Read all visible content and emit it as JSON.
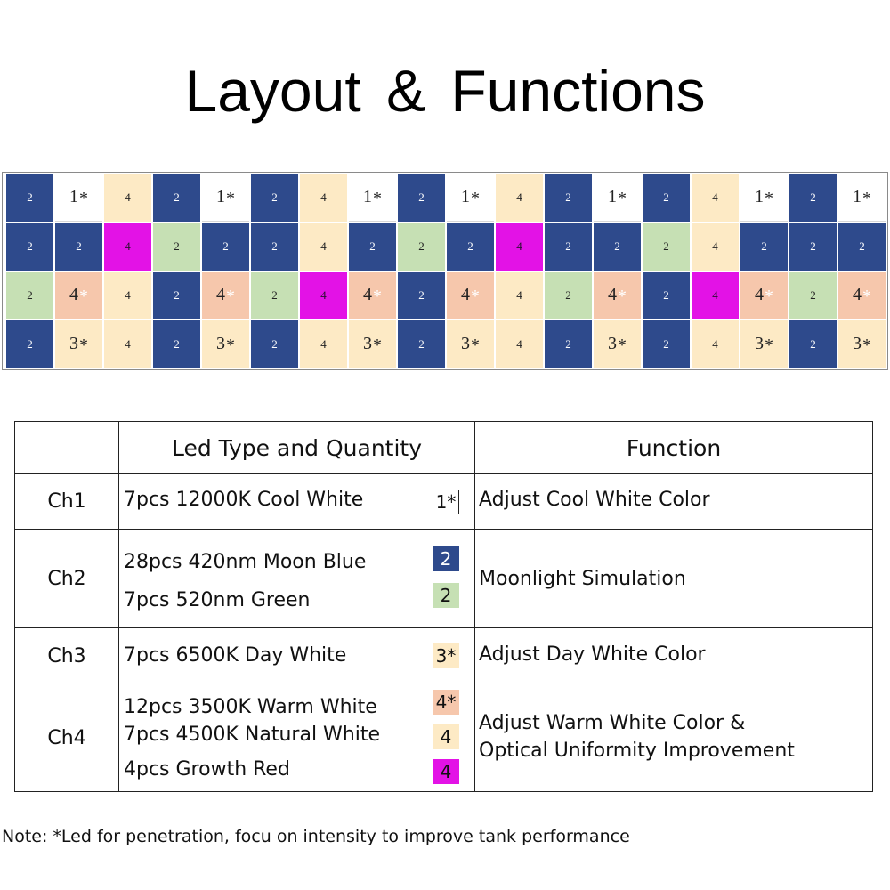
{
  "title": "Layout  &  Functions",
  "colors": {
    "blue": "#2e4a8c",
    "light_green": "#c6e0b4",
    "cream": "#fdeac5",
    "peach": "#f6c7ac",
    "magenta": "#e312e6",
    "white": "#ffffff"
  },
  "grid": {
    "rows": [
      [
        {
          "t": "2",
          "c": "blue"
        },
        {
          "t": "1",
          "s": "*",
          "c": "white"
        },
        {
          "t": "4",
          "c": "cream"
        },
        {
          "t": "2",
          "c": "blue"
        },
        {
          "t": "1",
          "s": "*",
          "c": "white"
        },
        {
          "t": "2",
          "c": "blue"
        },
        {
          "t": "4",
          "c": "cream"
        },
        {
          "t": "1",
          "s": "*",
          "c": "white"
        },
        {
          "t": "2",
          "c": "blue"
        },
        {
          "t": "1",
          "s": "*",
          "c": "white"
        },
        {
          "t": "4",
          "c": "cream"
        },
        {
          "t": "2",
          "c": "blue"
        },
        {
          "t": "1",
          "s": "*",
          "c": "white"
        },
        {
          "t": "2",
          "c": "blue"
        },
        {
          "t": "4",
          "c": "cream"
        },
        {
          "t": "1",
          "s": "*",
          "c": "white"
        },
        {
          "t": "2",
          "c": "blue"
        },
        {
          "t": "1",
          "s": "*",
          "c": "white"
        }
      ],
      [
        {
          "t": "2",
          "c": "blue"
        },
        {
          "t": "2",
          "c": "blue"
        },
        {
          "t": "4",
          "c": "magenta"
        },
        {
          "t": "2",
          "c": "light_green"
        },
        {
          "t": "2",
          "c": "blue"
        },
        {
          "t": "2",
          "c": "blue"
        },
        {
          "t": "4",
          "c": "cream"
        },
        {
          "t": "2",
          "c": "blue"
        },
        {
          "t": "2",
          "c": "light_green"
        },
        {
          "t": "2",
          "c": "blue"
        },
        {
          "t": "4",
          "c": "magenta"
        },
        {
          "t": "2",
          "c": "blue"
        },
        {
          "t": "2",
          "c": "blue"
        },
        {
          "t": "2",
          "c": "light_green"
        },
        {
          "t": "4",
          "c": "cream"
        },
        {
          "t": "2",
          "c": "blue"
        },
        {
          "t": "2",
          "c": "blue"
        },
        {
          "t": "2",
          "c": "blue"
        }
      ],
      [
        {
          "t": "2",
          "c": "light_green"
        },
        {
          "t": "4",
          "s": "*",
          "c": "peach"
        },
        {
          "t": "4",
          "c": "cream"
        },
        {
          "t": "2",
          "c": "blue"
        },
        {
          "t": "4",
          "s": "*",
          "c": "peach"
        },
        {
          "t": "2",
          "c": "light_green"
        },
        {
          "t": "4",
          "c": "magenta"
        },
        {
          "t": "4",
          "s": "*",
          "c": "peach"
        },
        {
          "t": "2",
          "c": "blue"
        },
        {
          "t": "4",
          "s": "*",
          "c": "peach"
        },
        {
          "t": "4",
          "c": "cream"
        },
        {
          "t": "2",
          "c": "light_green"
        },
        {
          "t": "4",
          "s": "*",
          "c": "peach"
        },
        {
          "t": "2",
          "c": "blue"
        },
        {
          "t": "4",
          "c": "magenta"
        },
        {
          "t": "4",
          "s": "*",
          "c": "peach"
        },
        {
          "t": "2",
          "c": "light_green"
        },
        {
          "t": "4",
          "s": "*",
          "c": "peach"
        }
      ],
      [
        {
          "t": "2",
          "c": "blue"
        },
        {
          "t": "3",
          "s": "*",
          "c": "cream"
        },
        {
          "t": "4",
          "c": "cream"
        },
        {
          "t": "2",
          "c": "blue"
        },
        {
          "t": "3",
          "s": "*",
          "c": "cream"
        },
        {
          "t": "2",
          "c": "blue"
        },
        {
          "t": "4",
          "c": "cream"
        },
        {
          "t": "3",
          "s": "*",
          "c": "cream"
        },
        {
          "t": "2",
          "c": "blue"
        },
        {
          "t": "3",
          "s": "*",
          "c": "cream"
        },
        {
          "t": "4",
          "c": "cream"
        },
        {
          "t": "2",
          "c": "blue"
        },
        {
          "t": "3",
          "s": "*",
          "c": "cream"
        },
        {
          "t": "2",
          "c": "blue"
        },
        {
          "t": "4",
          "c": "cream"
        },
        {
          "t": "3",
          "s": "*",
          "c": "cream"
        },
        {
          "t": "2",
          "c": "blue"
        },
        {
          "t": "3",
          "s": "*",
          "c": "cream"
        }
      ]
    ]
  },
  "table": {
    "headers": {
      "led": "Led Type and Quantity",
      "function": "Function"
    },
    "rows": [
      {
        "channel": "Ch1",
        "leds": [
          "7pcs 12000K Cool White"
        ],
        "swatches": [
          {
            "label": "1*",
            "color": "white"
          }
        ],
        "function": [
          "Adjust Cool White Color"
        ]
      },
      {
        "channel": "Ch2",
        "leds": [
          "28pcs 420nm Moon Blue",
          "7pcs 520nm Green"
        ],
        "swatches": [
          {
            "label": "2",
            "color": "blue"
          },
          {
            "label": "2",
            "color": "light_green"
          }
        ],
        "function": [
          "Moonlight Simulation"
        ]
      },
      {
        "channel": "Ch3",
        "leds": [
          "7pcs 6500K Day White"
        ],
        "swatches": [
          {
            "label": "3*",
            "color": "cream"
          }
        ],
        "function": [
          "Adjust Day White Color"
        ]
      },
      {
        "channel": "Ch4",
        "leds": [
          "12pcs 3500K Warm White",
          "7pcs 4500K Natural White",
          "4pcs Growth Red"
        ],
        "swatches": [
          {
            "label": "4*",
            "color": "peach"
          },
          {
            "label": "4",
            "color": "cream"
          },
          {
            "label": "4",
            "color": "magenta"
          }
        ],
        "function": [
          "Adjust Warm White Color &",
          "Optical Uniformity Improvement"
        ]
      }
    ]
  },
  "note": "Note: *Led for penetration, focu on intensity to improve tank performance"
}
